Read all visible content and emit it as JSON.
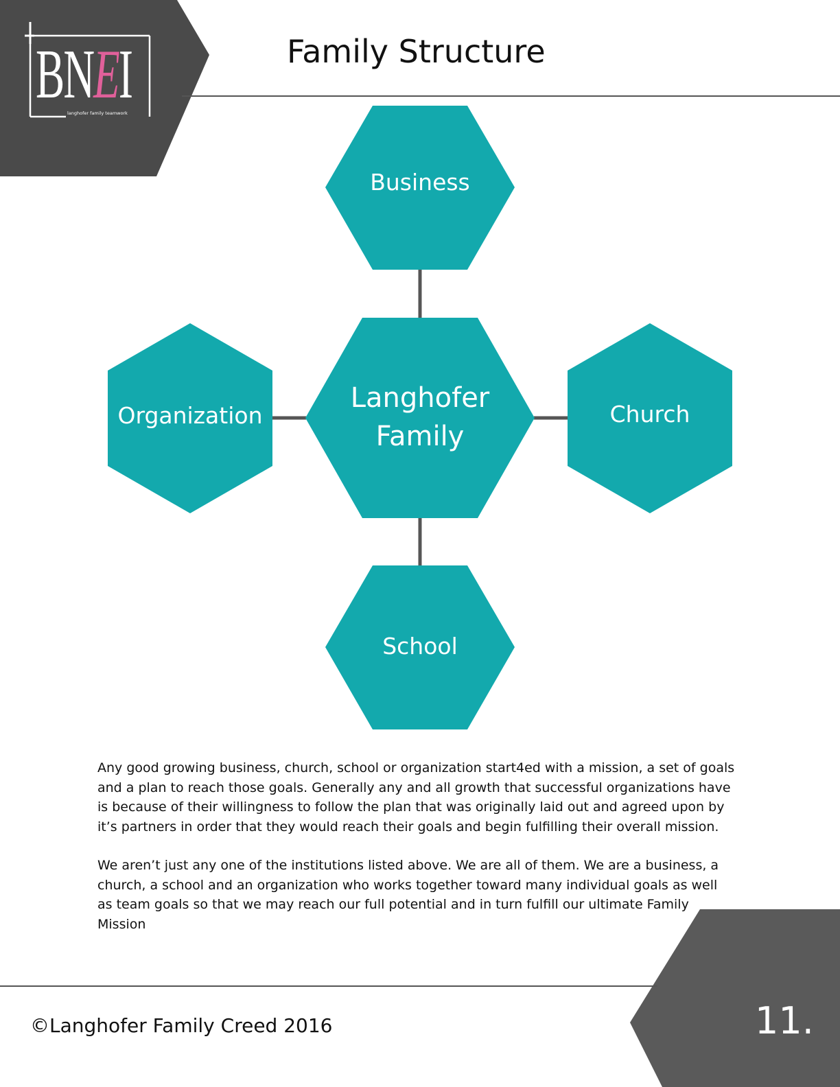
{
  "header": {
    "logo": {
      "main": "BN",
      "accent": "E",
      "end": "I",
      "tagline": "langhofer family teamwork"
    },
    "title": "Family Structure"
  },
  "diagram": {
    "center": {
      "label": "Langhofer Family"
    },
    "nodes": [
      {
        "id": "business",
        "label": "Business",
        "position": "top"
      },
      {
        "id": "organization",
        "label": "Organization",
        "position": "left"
      },
      {
        "id": "church",
        "label": "Church",
        "position": "right"
      },
      {
        "id": "school",
        "label": "School",
        "position": "bottom"
      }
    ],
    "colors": {
      "hexagon": "#13a9ad",
      "connector": "#555555"
    }
  },
  "body": {
    "paragraphs": [
      "Any good growing business, church, school or organization start4ed with a mission, a set of goals and a plan to reach those goals. Generally any and all growth that successful organizations have is because of their willingness to follow the plan that was originally laid out and agreed upon by it’s partners in order that they would reach their goals and begin fulfilling their overall mission.",
      "We aren’t just any one of the institutions listed above. We are all of them. We are a business, a church, a school and an organization who works together toward many individual goals as well as team goals so that we may reach our full potential and in turn fulfill our ultimate Family Mission"
    ]
  },
  "footer": {
    "copyright": "©Langhofer Family Creed 2016",
    "page_number": "11."
  },
  "colors": {
    "dark_panel": "#4a4a4a",
    "accent_pink": "#e0609a",
    "rule": "#555555"
  }
}
